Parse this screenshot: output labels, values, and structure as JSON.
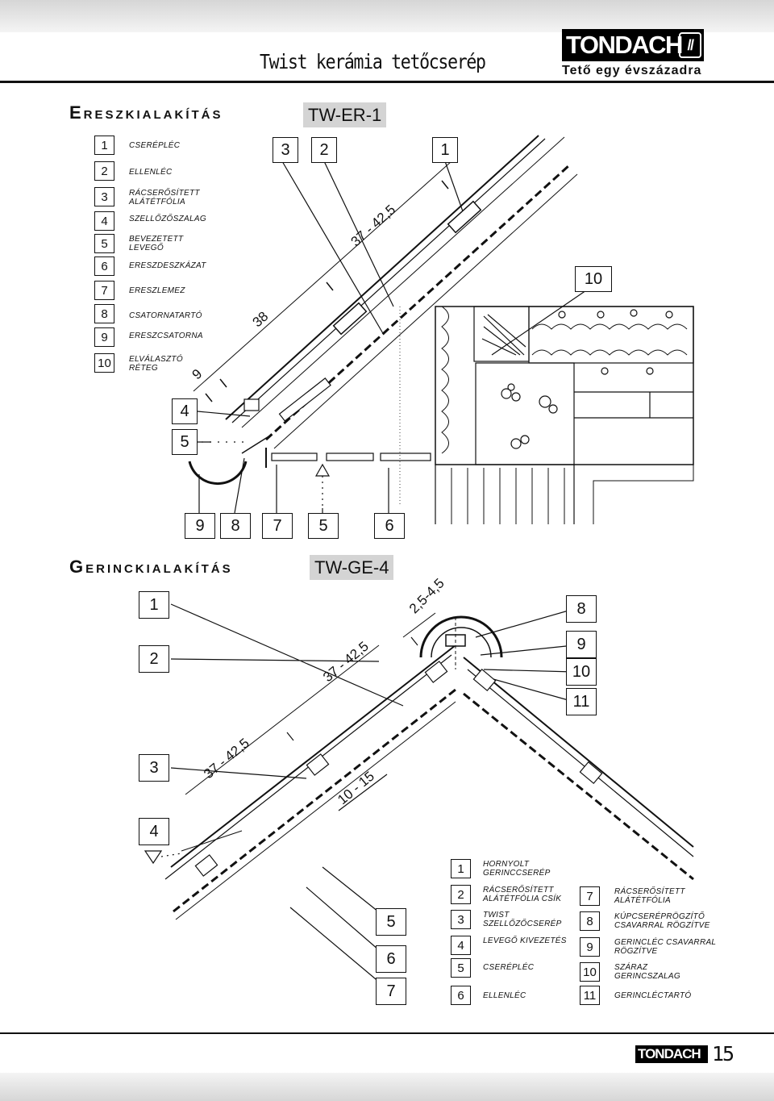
{
  "header": {
    "title": "Twist kerámia tetőcserép",
    "logo_text": "TONDACH",
    "slogan": "Tető egy évszázadra"
  },
  "eave": {
    "title": "Ereszkialakítás",
    "code": "TW-ER-1",
    "legend": [
      {
        "num": "1",
        "text": "CSERÉPLÉC"
      },
      {
        "num": "2",
        "text": "ELLENLÉC"
      },
      {
        "num": "3",
        "text": "RÁCSERŐSÍTETT ALÁTÉTFÓLIA"
      },
      {
        "num": "4",
        "text": "SZELLŐZŐSZALAG"
      },
      {
        "num": "5",
        "text": "BEVEZETETT LEVEGŐ"
      },
      {
        "num": "6",
        "text": "ERESZDESZKÁZAT"
      },
      {
        "num": "7",
        "text": "ERESZLEMEZ"
      },
      {
        "num": "8",
        "text": "CSATORNATARTÓ"
      },
      {
        "num": "9",
        "text": "ERESZCSATORNA"
      },
      {
        "num": "10",
        "text": "ELVÁLASZTÓ RÉTEG"
      }
    ],
    "callouts_top": [
      "3",
      "2",
      "1"
    ],
    "callout_right": "10",
    "callouts_left": [
      "4",
      "5"
    ],
    "callouts_bottom": [
      "9",
      "8",
      "7",
      "5",
      "6"
    ],
    "dims": [
      "37 - 42,5",
      "38",
      "9"
    ]
  },
  "ridge": {
    "title": "Gerinckialakítás",
    "code": "TW-GE-4",
    "callouts_left": [
      "1",
      "2",
      "3",
      "4"
    ],
    "callouts_right": [
      "8",
      "9",
      "10",
      "11"
    ],
    "callouts_bottom": [
      "5",
      "6",
      "7"
    ],
    "dims": [
      "2,5-4,5",
      "37 - 42,5",
      "37 - 42,5",
      "10 - 15"
    ],
    "legend_left": [
      {
        "num": "1",
        "text": "HORNYOLT GERINCCSERÉP"
      },
      {
        "num": "2",
        "text": "RÁCSERŐSÍTETT ALÁTÉTFÓLIA CSÍK"
      },
      {
        "num": "3",
        "text": "TWIST SZELLŐZŐCSERÉP"
      },
      {
        "num": "4",
        "text": "LEVEGŐ KIVEZETÉS"
      },
      {
        "num": "5",
        "text": "CSERÉPLÉC"
      },
      {
        "num": "6",
        "text": "ELLENLÉC"
      }
    ],
    "legend_right": [
      {
        "num": "7",
        "text": "RÁCSERŐSÍTETT ALÁTÉTFÓLIA"
      },
      {
        "num": "8",
        "text": "KÚPCSERÉPRÖGZÍTŐ CSAVARRAL RÖGZÍTVE"
      },
      {
        "num": "9",
        "text": "GERINCLÉC CSAVARRAL RÖGZÍTVE"
      },
      {
        "num": "10",
        "text": "SZÁRAZ GERINCSZALAG"
      },
      {
        "num": "11",
        "text": "GERINCLÉCTARTÓ"
      }
    ]
  },
  "footer": {
    "logo_text": "TONDACH",
    "page_number": "15"
  }
}
